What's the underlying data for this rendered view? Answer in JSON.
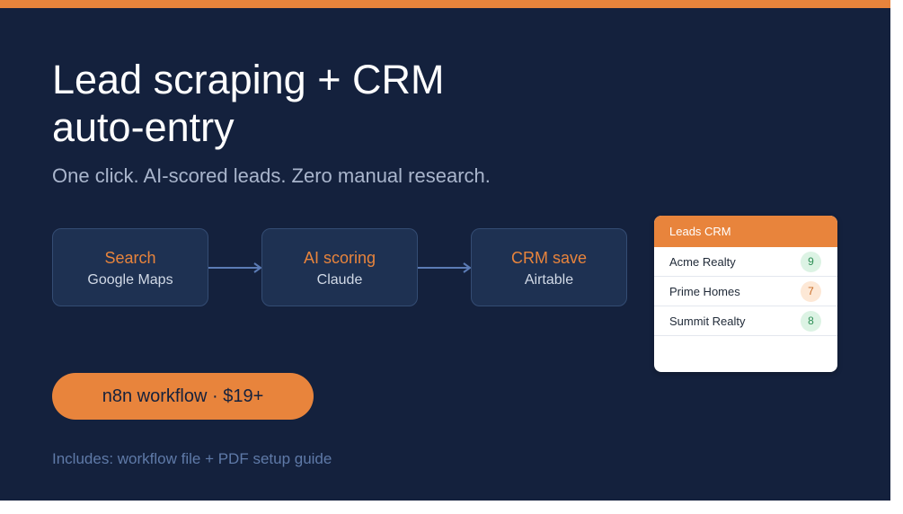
{
  "hero": {
    "title_line1": "Lead scraping + CRM",
    "title_line2": "auto-entry",
    "subtitle": "One click. AI-scored leads. Zero manual research."
  },
  "pipeline": [
    {
      "name": "Search",
      "tool": "Google Maps"
    },
    {
      "name": "AI scoring",
      "tool": "Claude"
    },
    {
      "name": "CRM save",
      "tool": "Airtable"
    }
  ],
  "cta": {
    "label": "n8n workflow · $19+"
  },
  "includes": "Includes: workflow file + PDF setup guide",
  "crm_card": {
    "title": "Leads CRM",
    "rows": [
      {
        "name": "Acme Realty",
        "score": "9",
        "badge_bg": "#dcf3e4",
        "badge_fg": "#2f8f57"
      },
      {
        "name": "Prime Homes",
        "score": "7",
        "badge_bg": "#fde8d6",
        "badge_fg": "#c86a24"
      },
      {
        "name": "Summit Realty",
        "score": "8",
        "badge_bg": "#dcf3e4",
        "badge_fg": "#2f8f57"
      }
    ]
  },
  "colors": {
    "background": "#14213d",
    "accent": "#e8843c",
    "card": "#1e3152"
  }
}
